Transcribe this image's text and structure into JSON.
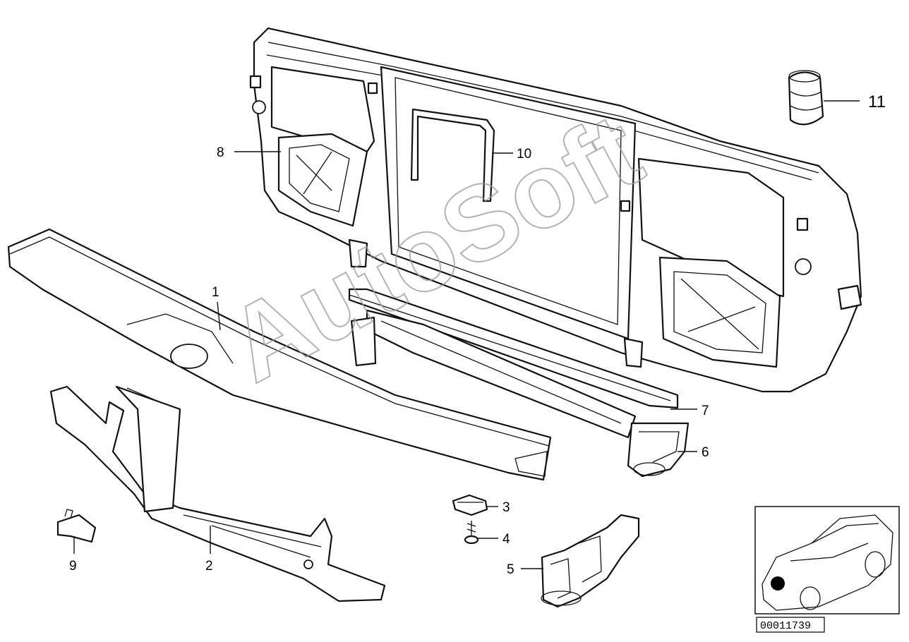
{
  "callouts": {
    "c1": "1",
    "c2": "2",
    "c3": "3",
    "c4": "4",
    "c5": "5",
    "c6": "6",
    "c7": "7",
    "c8": "8",
    "c9": "9",
    "c10": "10",
    "c11": "11"
  },
  "watermark": "AutoSoft",
  "diagram_number": "00011739",
  "thumbnail_marker_color": "#000000"
}
